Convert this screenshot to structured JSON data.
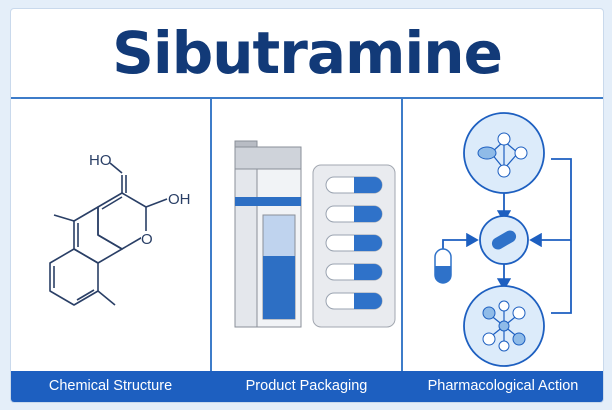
{
  "title": "Sibutramine",
  "panels": [
    {
      "label": "Chemical Structure"
    },
    {
      "label": "Product Packaging"
    },
    {
      "label": "Pharmacological Action"
    }
  ],
  "structure_labels": {
    "top": "HO",
    "right": "OH",
    "ring_o": "O"
  },
  "colors": {
    "title": "#123a78",
    "accent": "#1d5fc0",
    "line": "#3d7cc9",
    "capsule_blue": "#2f72c9",
    "node_fill": "#dcebfa"
  }
}
